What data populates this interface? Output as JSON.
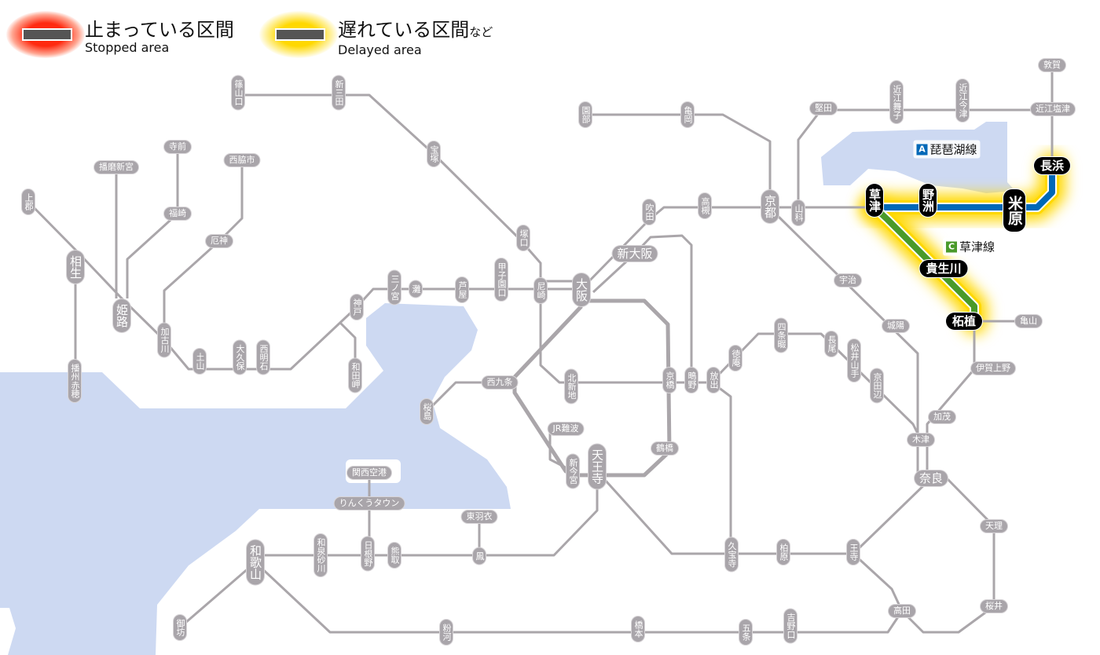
{
  "legend": {
    "stopped": {
      "jp": "止まっている区間",
      "en": "Stopped area",
      "color": "#ff3010"
    },
    "delayed": {
      "jp": "遅れている区間",
      "jp_suffix": "など",
      "en": "Delayed area",
      "color": "#ffd800"
    }
  },
  "line_labels": {
    "biwako": {
      "badge": "A",
      "name": "琵琶湖線",
      "color": "#0068b7"
    },
    "kusatsu": {
      "badge": "C",
      "name": "草津線",
      "color": "#4a9a2a"
    }
  },
  "colors": {
    "line": "#aaa6aa",
    "water": "#cdd9f2",
    "delay_glow": "#ffd800"
  },
  "stations": {
    "sasayamaguchi": "篠山口",
    "shinsanda": "新三田",
    "takarazuka": "宝塚",
    "tsukaguchi": "塚口",
    "amagasaki": "尼崎",
    "koshienguchi": "甲子園口",
    "ashiya": "芦屋",
    "nada": "灘",
    "sannomiya": "三ノ宮",
    "kobe": "神戸",
    "wadamisaki": "和田岬",
    "nishiakashi": "西明石",
    "okubo": "大久保",
    "tsuchiyama": "土山",
    "kakogawa": "加古川",
    "yakujin": "厄神",
    "nishiwakishi": "西脇市",
    "teramae": "寺前",
    "fukusaki": "福崎",
    "harimashingu": "播磨新宮",
    "kamigori": "上郡",
    "aioi": "相生",
    "himeji": "姫路",
    "banshuako": "播州赤穂",
    "sonobe": "園部",
    "kameoka": "亀岡",
    "kyoto": "京都",
    "yamashina": "山科",
    "takatsuki": "高槻",
    "suita": "吹田",
    "shinosaka": "新大阪",
    "osaka": "大阪",
    "kitashinchi": "北新地",
    "kyobashi": "京橋",
    "shigino": "鴫野",
    "hanaten": "放出",
    "nishikujo": "西九条",
    "sakurajima": "桜島",
    "jrnamba": "JR難波",
    "shinimamiya": "新今宮",
    "tennoji": "天王寺",
    "tsuruhashi": "鶴橋",
    "tokuan": "徳庵",
    "shijonawate": "四条畷",
    "nagao": "長尾",
    "matsuiyamate": "松井山手",
    "kyotanabe": "京田辺",
    "uji": "宇治",
    "joyo": "城陽",
    "kizu": "木津",
    "kamo": "加茂",
    "igaueno": "伊賀上野",
    "kameyama": "亀山",
    "nara": "奈良",
    "tenri": "天理",
    "sakurai": "桜井",
    "oji": "王寺",
    "kashiwara": "柏原",
    "kyuhoji": "久宝寺",
    "takada": "高田",
    "yoshinoguchi": "吉野口",
    "gojo": "五条",
    "hashimoto": "橋本",
    "kokawa": "粉河",
    "gobo": "御坊",
    "wakayama": "和歌山",
    "izumisunagawa": "和泉砂川",
    "hineno": "日根野",
    "kumatori": "熊取",
    "otori": "鳳",
    "higashihagoromo": "東羽衣",
    "kansaiairport": "関西空港",
    "rinkutown": "りんくうタウン",
    "katata": "堅田",
    "omimaiko": "近江舞子",
    "omiimazu": "近江今津",
    "omishiotsu": "近江塩津",
    "tsuruga": "敦賀",
    "nagahama": "長浜",
    "maibara": "米原",
    "yasu": "野洲",
    "kusatsu": "草津",
    "kibukawa": "貴生川",
    "tsuge": "柘植"
  }
}
